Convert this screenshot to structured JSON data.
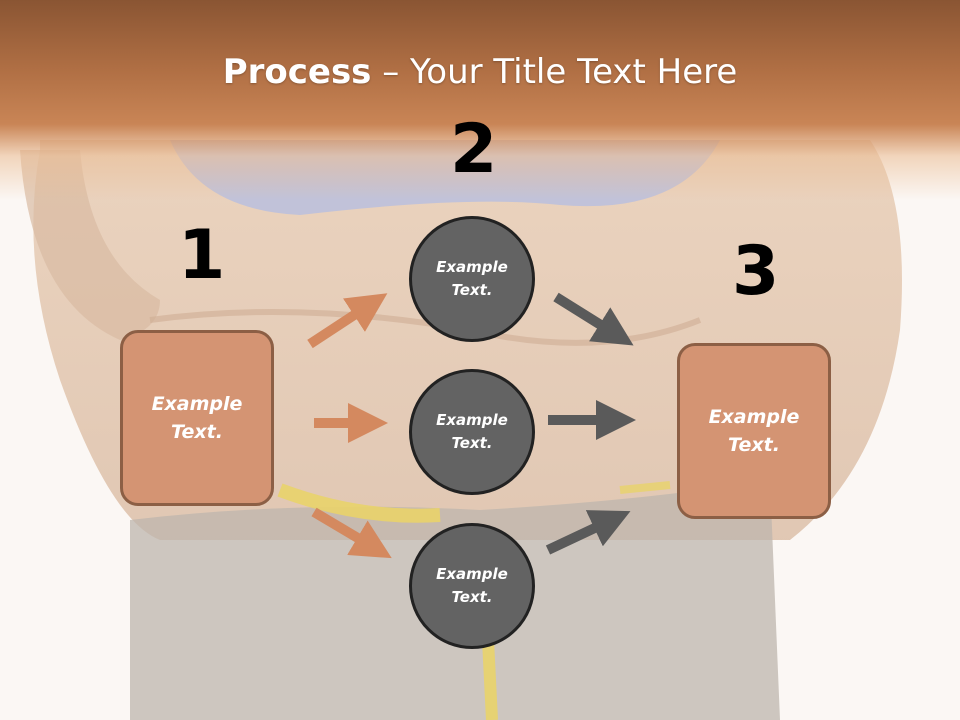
{
  "title": {
    "bold": "Process",
    "rest": " – Your Title Text Here"
  },
  "steps": {
    "one": {
      "number": "1",
      "text": "Example Text."
    },
    "two": {
      "number": "2"
    },
    "three": {
      "number": "3",
      "text": "Example Text."
    }
  },
  "circles": [
    {
      "text": "Example Text."
    },
    {
      "text": "Example Text."
    },
    {
      "text": "Example Text."
    }
  ],
  "colors": {
    "header": "#b06f44",
    "box_fill": "#d49473",
    "box_border": "#8c5f45",
    "circle_fill": "#636363",
    "arrow_orange": "#d4895f",
    "arrow_gray": "#5a5a5a"
  }
}
